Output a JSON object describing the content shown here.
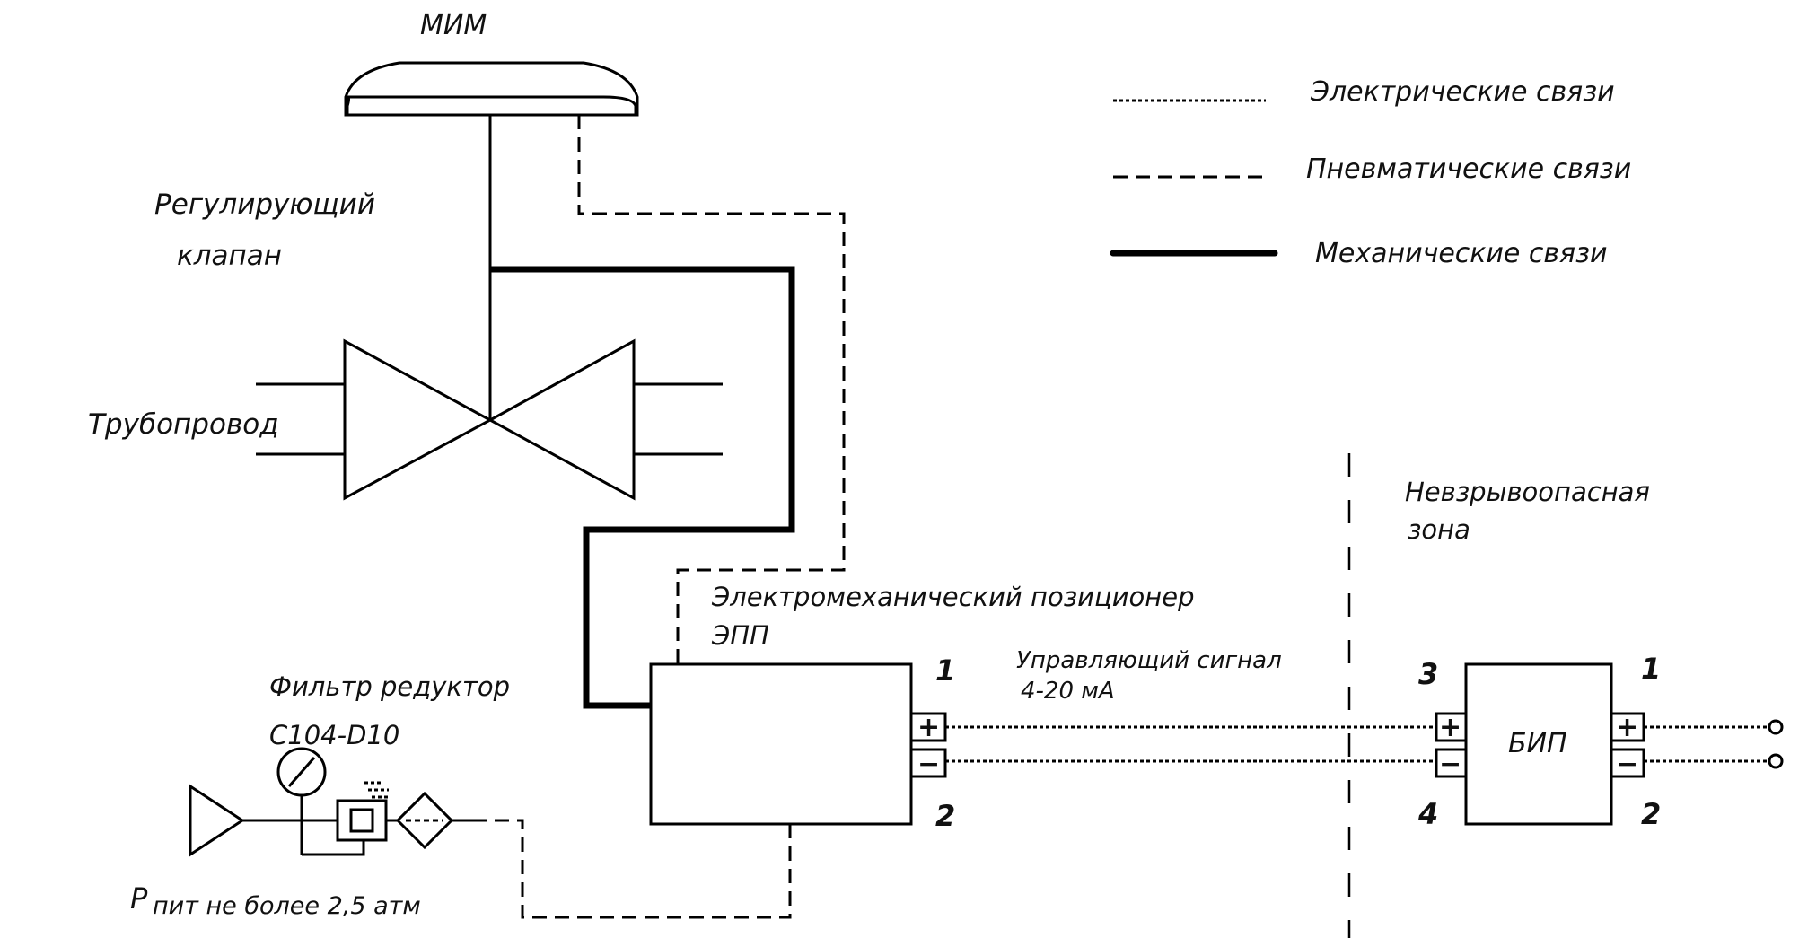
{
  "labels": {
    "mim": "МИМ",
    "valve_line1": "Регулирующий",
    "valve_line2": "клапан",
    "pipeline": "Трубопровод",
    "positioner_line1": "Электромеханический позиционер",
    "positioner_line2": "ЭПП",
    "filter_line1": "Фильтр редуктор",
    "filter_line2": "С104-D10",
    "supply_p": "Р",
    "supply_rest": "пит не более 2,5 атм",
    "signal_line1": "Управляющий сигнал",
    "signal_line2": "4-20 мА",
    "zone_line1": "Невзрывоопасная",
    "zone_line2": "зона",
    "bip": "БИП"
  },
  "legend": [
    {
      "style": "electric",
      "label": "Электрические связи"
    },
    {
      "style": "pneumatic",
      "label": "Пневматические связи"
    },
    {
      "style": "mechanical",
      "label": "Механические связи"
    }
  ],
  "terminals": {
    "epp_top": "1",
    "epp_bottom": "2",
    "bip_left_top": "3",
    "bip_left_bottom": "4",
    "bip_right_top": "1",
    "bip_right_bottom": "2",
    "plus": "+",
    "minus": "−"
  }
}
